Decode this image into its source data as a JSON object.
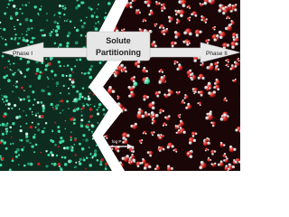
{
  "figure": {
    "title_line1": "Solute",
    "title_line2": "Partitioning",
    "phase_left_label": "Phase I",
    "phase_right_label": "Phase II",
    "arrow_label": "log P"
  },
  "colors": {
    "phase1_background": "#0e2b1f",
    "phase1_molecules": "#3dd9a0",
    "phase1_highlight": "#c2f5e0",
    "phase2_background": "#1a0606",
    "phase2_oxygen": "#c8201e",
    "phase2_hydrogen": "#f2f2f2",
    "solute": "#3ecf8e",
    "divider": "#ffffff",
    "arrow": "#e6e6e6",
    "text": "#222222"
  }
}
